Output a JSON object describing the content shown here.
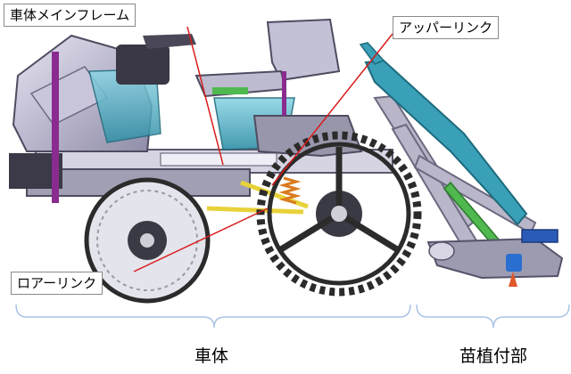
{
  "labels": {
    "main_frame": "車体メインフレーム",
    "upper_link": "アッパーリンク",
    "lower_link": "ロアーリンク"
  },
  "sections": {
    "body": "車体",
    "planting": "苗植付部"
  },
  "colors": {
    "leader_line": "#d81b1b",
    "bracket": "#a9c4e6",
    "callout_border": "#8a8a8a",
    "float_blue": "#3aa0b8",
    "frame_grey": "#b8b6c8",
    "link_yellow": "#e8d23a",
    "spring_orange": "#d97a1e",
    "purple_shaft": "#8a2b8f",
    "green_part": "#4fb84f",
    "wheel_dark": "#2b2b2b"
  }
}
